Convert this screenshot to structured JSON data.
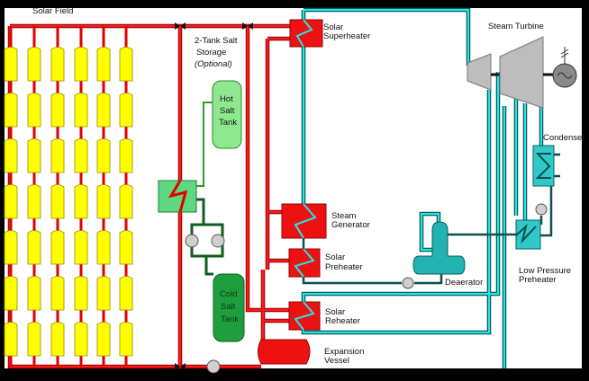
{
  "labels": {
    "solar_field": "Solar Field",
    "storage_line1": "2-Tank Salt",
    "storage_line2": "Storage",
    "storage_optional": "(Optional)",
    "hot_tank": [
      "Hot",
      "Salt",
      "Tank"
    ],
    "cold_tank": [
      "Cold",
      "Salt",
      "Tank"
    ],
    "superheater": [
      "Solar",
      "Superheater"
    ],
    "steam_turbine": "Steam Turbine",
    "condenser": "Condenser",
    "steam_generator": [
      "Steam",
      "Generator"
    ],
    "preheater": [
      "Solar",
      "Preheater"
    ],
    "deaerator": "Deaerator",
    "lp_preheater": [
      "Low Pressure",
      "Preheater"
    ],
    "reheater": [
      "Solar",
      "Reheater"
    ],
    "expansion_vessel": [
      "Expansion",
      "Vessel"
    ]
  },
  "collector_field": {
    "columns": 6,
    "rows": 7
  },
  "colors": {
    "salt_pipe": "#e00000",
    "water_pipe": "#18e0e0",
    "collector": "#ffff00",
    "storage_tank": "#8fe88f",
    "cold_tank": "#1e9e3e",
    "turbine": "#bdbdbd",
    "heat_exchanger": "#ee1111"
  }
}
